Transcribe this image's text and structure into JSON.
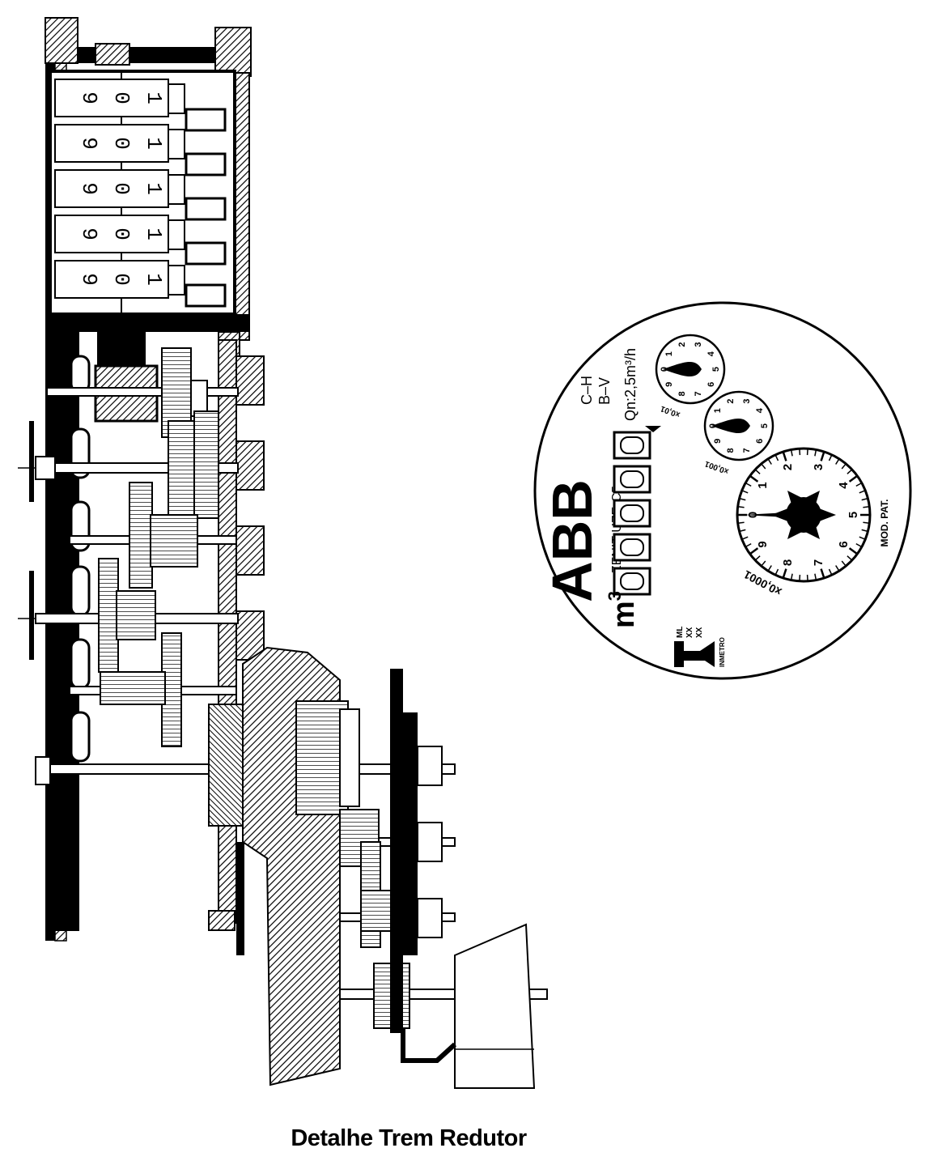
{
  "caption": "Detalhe Trem Redutor",
  "counter": {
    "drums": [
      {
        "digits": [
          "9",
          "0",
          "1"
        ]
      },
      {
        "digits": [
          "9",
          "0",
          "1"
        ]
      },
      {
        "digits": [
          "9",
          "0",
          "1"
        ]
      },
      {
        "digits": [
          "9",
          "0",
          "1"
        ]
      },
      {
        "digits": [
          "9",
          "0",
          "1"
        ]
      }
    ]
  },
  "dial_face": {
    "brand": "ABB",
    "model": "ZENIT UZE-C5",
    "unit_base": "m",
    "unit_exp": "3",
    "spec_lines": [
      "C–H",
      "B–V"
    ],
    "flow_rate": "Qn:2,5m³/h",
    "main_dial": {
      "multiplier": "x0,0001",
      "numbers": [
        "0",
        "1",
        "2",
        "3",
        "4",
        "5",
        "6",
        "7",
        "8",
        "9"
      ]
    },
    "small_dials": [
      {
        "multiplier": "x0,01",
        "numbers": [
          "0",
          "1",
          "2",
          "3",
          "4",
          "5",
          "6",
          "7",
          "8",
          "9"
        ]
      },
      {
        "multiplier": "x0,001",
        "numbers": [
          "0",
          "1",
          "2",
          "3",
          "4",
          "5",
          "6",
          "7",
          "8",
          "9"
        ]
      }
    ],
    "approval": {
      "lines": [
        "ML",
        "XX",
        "XX"
      ],
      "mark": "INMETRO"
    },
    "patent": "MOD. PAT."
  }
}
